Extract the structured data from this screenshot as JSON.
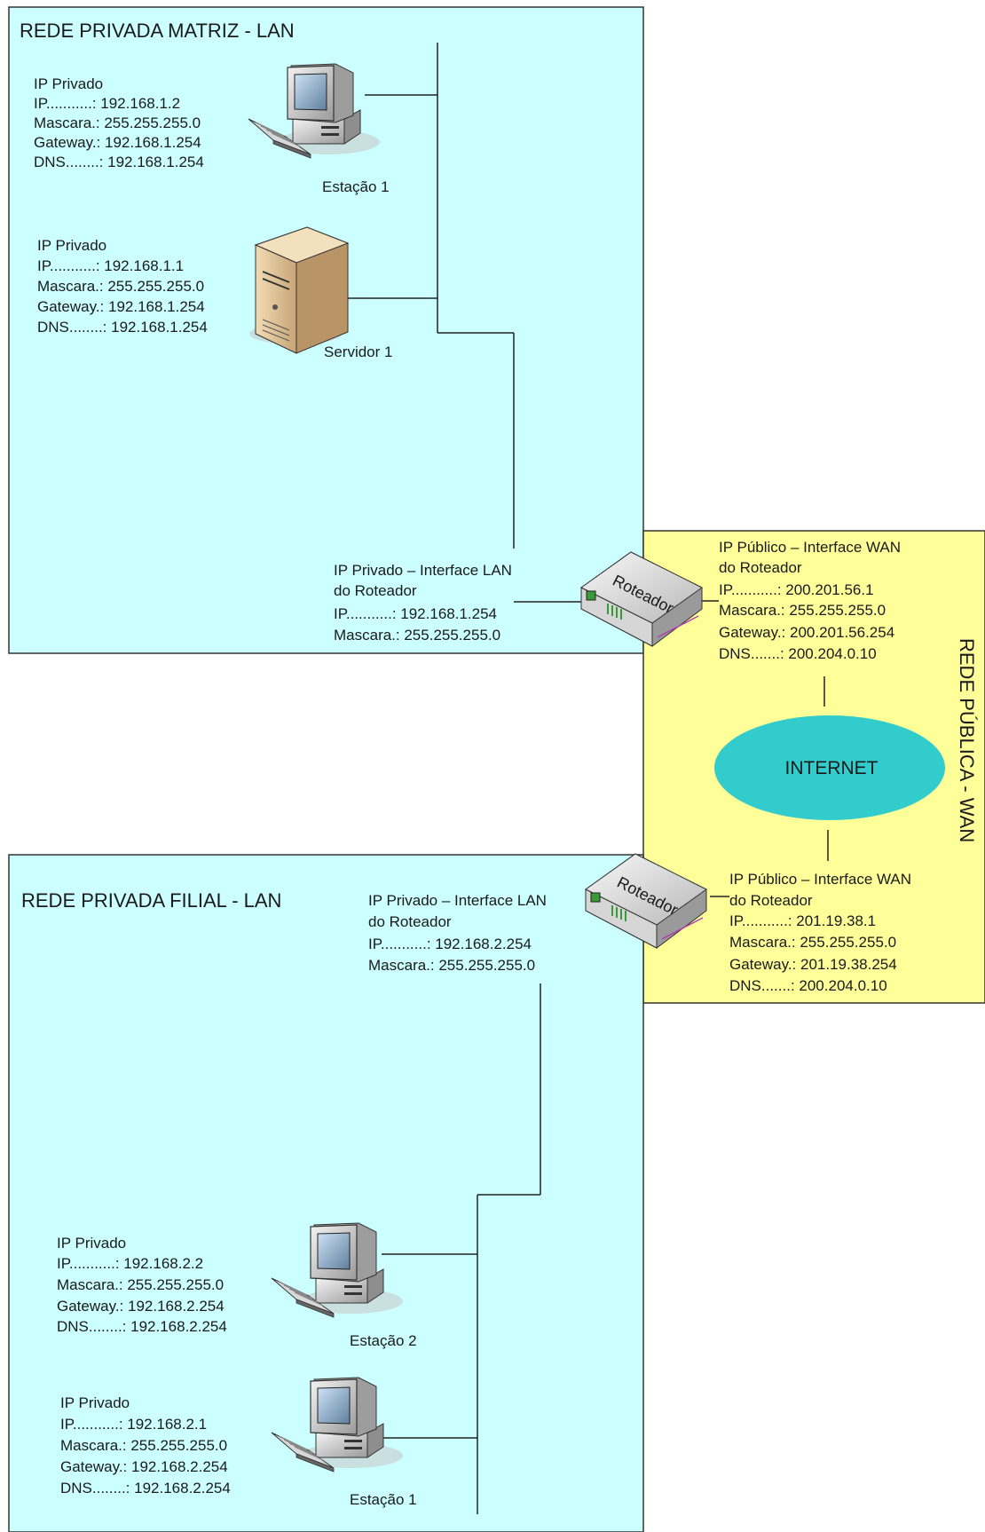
{
  "colors": {
    "lan_fill": "#ccffff",
    "wan_fill": "#ffff99",
    "internet_fill": "#33cccc",
    "border": "#333333"
  },
  "matriz": {
    "title": "REDE PRIVADA MATRIZ - LAN",
    "estacao1": {
      "label": "Estação 1",
      "lines": [
        "IP Privado",
        "IP...........: 192.168.1.2",
        "Mascara.: 255.255.255.0",
        "Gateway.: 192.168.1.254",
        "DNS........: 192.168.1.254"
      ]
    },
    "servidor1": {
      "label": "Servidor 1",
      "lines": [
        "IP Privado",
        "IP...........: 192.168.1.1",
        "Mascara.: 255.255.255.0",
        "Gateway.: 192.168.1.254",
        "DNS........: 192.168.1.254"
      ]
    },
    "router_lan": {
      "lines": [
        "IP Privado – Interface LAN",
        "do Roteador",
        "IP...........: 192.168.1.254",
        "Mascara.: 255.255.255.0"
      ]
    }
  },
  "wan": {
    "title": "REDE PÚBLICA - WAN",
    "internet_label": "INTERNET",
    "router_label": "Roteador",
    "router1_wan": {
      "lines": [
        "IP Público – Interface WAN",
        "do Roteador",
        "IP...........: 200.201.56.1",
        "Mascara.: 255.255.255.0",
        "Gateway.: 200.201.56.254",
        "DNS.......: 200.204.0.10"
      ]
    },
    "router2_wan": {
      "lines": [
        "IP Público – Interface WAN",
        "do Roteador",
        "IP...........: 201.19.38.1",
        "Mascara.: 255.255.255.0",
        "Gateway.: 201.19.38.254",
        "DNS.......: 200.204.0.10"
      ]
    }
  },
  "filial": {
    "title": "REDE PRIVADA FILIAL - LAN",
    "router_lan": {
      "lines": [
        "IP Privado – Interface LAN",
        "do Roteador",
        "IP...........: 192.168.2.254",
        "Mascara.: 255.255.255.0"
      ]
    },
    "estacao2": {
      "label": "Estação 2",
      "lines": [
        "IP Privado",
        "IP...........: 192.168.2.2",
        "Mascara.: 255.255.255.0",
        "Gateway.: 192.168.2.254",
        "DNS........: 192.168.2.254"
      ]
    },
    "estacao1": {
      "label": "Estação 1",
      "lines": [
        "IP Privado",
        "IP...........: 192.168.2.1",
        "Mascara.: 255.255.255.0",
        "Gateway.: 192.168.2.254",
        "DNS........: 192.168.2.254"
      ]
    }
  }
}
